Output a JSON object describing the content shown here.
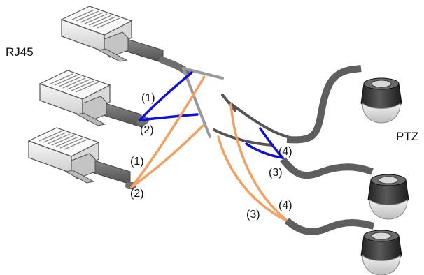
{
  "labels": {
    "rj45": "RJ45",
    "ptz": "PTZ",
    "upper_pair_1": "(1)",
    "upper_pair_2": "(2)",
    "lower_pair_1": "(1)",
    "lower_pair_2": "(2)",
    "right_upper_4": "(4)",
    "right_upper_3": "(3)",
    "right_lower_3": "(3)",
    "right_lower_4": "(4)"
  },
  "colors": {
    "blue_pair": "#1010d8",
    "orange_pair": "#f4a063",
    "cable": "#6e6e6e",
    "grey_wire": "#9a9a9a",
    "plug_body": "#e6e6e6",
    "camera_body": "#3a3a3a"
  },
  "icons": [
    "rj45-plug-icon",
    "ptz-camera-icon"
  ]
}
